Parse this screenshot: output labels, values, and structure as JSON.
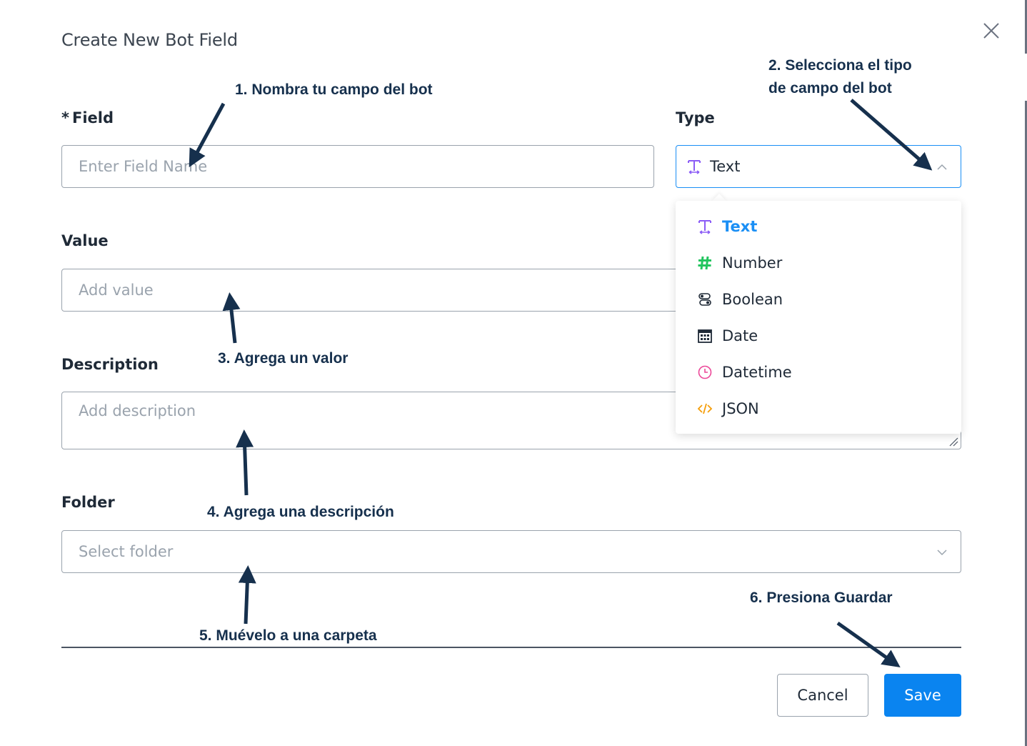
{
  "dialog": {
    "title": "Create New Bot Field"
  },
  "form": {
    "field": {
      "required_mark": "*",
      "label": "Field",
      "placeholder": "Enter Field Name"
    },
    "type": {
      "label": "Type",
      "selected": "Text",
      "options": [
        {
          "label": "Text",
          "icon": "text-type-icon",
          "color": "#8b5cf6",
          "selected": true
        },
        {
          "label": "Number",
          "icon": "hash-icon",
          "color": "#22c55e",
          "selected": false
        },
        {
          "label": "Boolean",
          "icon": "toggle-icon",
          "color": "#1f2a37",
          "selected": false
        },
        {
          "label": "Date",
          "icon": "calendar-icon",
          "color": "#1f2a37",
          "selected": false
        },
        {
          "label": "Datetime",
          "icon": "clock-icon",
          "color": "#ec4899",
          "selected": false
        },
        {
          "label": "JSON",
          "icon": "code-icon",
          "color": "#f59e0b",
          "selected": false
        }
      ]
    },
    "value": {
      "label": "Value",
      "placeholder": "Add value"
    },
    "description": {
      "label": "Description",
      "placeholder": "Add description"
    },
    "folder": {
      "label": "Folder",
      "placeholder": "Select folder"
    }
  },
  "footer": {
    "cancel_label": "Cancel",
    "save_label": "Save"
  },
  "annotations": {
    "step1": "1. Nombra tu campo del bot",
    "step2_line1": "2. Selecciona el tipo",
    "step2_line2": "de campo del bot",
    "step3": "3. Agrega un valor",
    "step4": "4. Agrega una descripción",
    "step5": "5. Muévelo a una carpeta",
    "step6": "6. Presiona Guardar"
  },
  "colors": {
    "primary": "#0a84f0",
    "annotation": "#16304d"
  }
}
